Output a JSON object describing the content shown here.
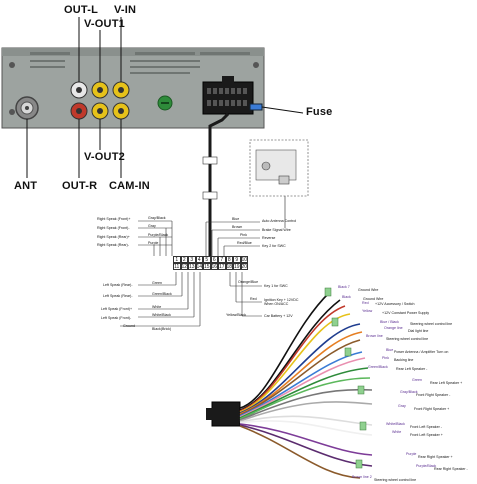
{
  "connector_labels": {
    "out_l": "OUT-L",
    "v_out1": "V-OUT1",
    "v_in": "V-IN",
    "fuse": "Fuse",
    "ant": "ANT",
    "out_r": "OUT-R",
    "v_out2": "V-OUT2",
    "cam_in": "CAM-IN"
  },
  "harness_table": {
    "top_row": [
      "1",
      "2",
      "3",
      "4",
      "5",
      "6",
      "7",
      "8",
      "9",
      "10"
    ],
    "bottom_row": [
      "11",
      "12",
      "13",
      "14",
      "15",
      "16",
      "17",
      "18",
      "19",
      "20"
    ]
  },
  "wiring_left": [
    {
      "name": "Right Speak (Front)+",
      "wire": "Gray/Black"
    },
    {
      "name": "Right Speak (Front)-",
      "wire": "Gray"
    },
    {
      "name": "Right Speak (Rear)+",
      "wire": "Purple/Black"
    },
    {
      "name": "Right Speak (Rear)-",
      "wire": "Purple"
    },
    {
      "name": "Left Speak (Rear)-",
      "wire": "Green"
    },
    {
      "name": "Left Speak (Rear)-",
      "wire": "Green/Black"
    },
    {
      "name": "Left Speak (Front)+",
      "wire": "White"
    },
    {
      "name": "Left Speak (Front)-",
      "wire": "White/Black"
    },
    {
      "name": "Ground",
      "wire": "Black(Brick)"
    }
  ],
  "wiring_right": [
    {
      "wire": "Blue",
      "name": "Auto Antenna Control"
    },
    {
      "wire": "Brown",
      "name": "Brake Signal Wire"
    },
    {
      "wire": "Pink",
      "name": "Reverse"
    },
    {
      "wire": "Red/Blue",
      "name": "Key 2 for SWC"
    },
    {
      "wire": "Orange/Blue",
      "name": "Key 1 for SWC"
    },
    {
      "wire": "Red",
      "name": "Ignition Key + 12VDC When ON/ACC"
    },
    {
      "wire": "Yellow/Black",
      "name": "Car Battery + 12V"
    }
  ],
  "harness_photo_labels": [
    {
      "tag": "Black 7",
      "text": "Ground Wire"
    },
    {
      "tag": "Black",
      "text": "Ground Wire"
    },
    {
      "tag": "Red",
      "text": "+12V Accessory / Switch"
    },
    {
      "tag": "Yellow",
      "text": "+12V Constant Power Supply"
    },
    {
      "tag": "Blue / Black",
      "text": "Steering wheel control line"
    },
    {
      "tag": "Orange line",
      "text": "Dial light line"
    },
    {
      "tag": "Brown line",
      "text": "Steering wheel control line"
    },
    {
      "tag": "Blue",
      "text": "Power Antenna / Amplifier Turn on"
    },
    {
      "tag": "Pink",
      "text": "Backing line"
    },
    {
      "tag": "Green/Black",
      "text": "Rear Left Speaker -"
    },
    {
      "tag": "Green",
      "text": "Rear Left Speaker +"
    },
    {
      "tag": "Gray/Black",
      "text": "Front Right Speaker -"
    },
    {
      "tag": "Gray",
      "text": "Front Right Speaker +"
    },
    {
      "tag": "White/Black",
      "text": "Front Left Speaker -"
    },
    {
      "tag": "White",
      "text": "Front Left Speaker +"
    },
    {
      "tag": "Purple",
      "text": "Rear Right Speaker +"
    },
    {
      "tag": "Purple/Black",
      "text": "Rear Right Speaker -"
    },
    {
      "tag": "Brown line 2",
      "text": "Steering wheel control line"
    }
  ],
  "colors": {
    "wire_main": "#222222",
    "panel": "#9da3a0",
    "rca_yellow": "#e6c21a",
    "rca_red": "#c0392b",
    "rca_white": "#e8e8e8",
    "label_purple": "#5a2d91"
  }
}
